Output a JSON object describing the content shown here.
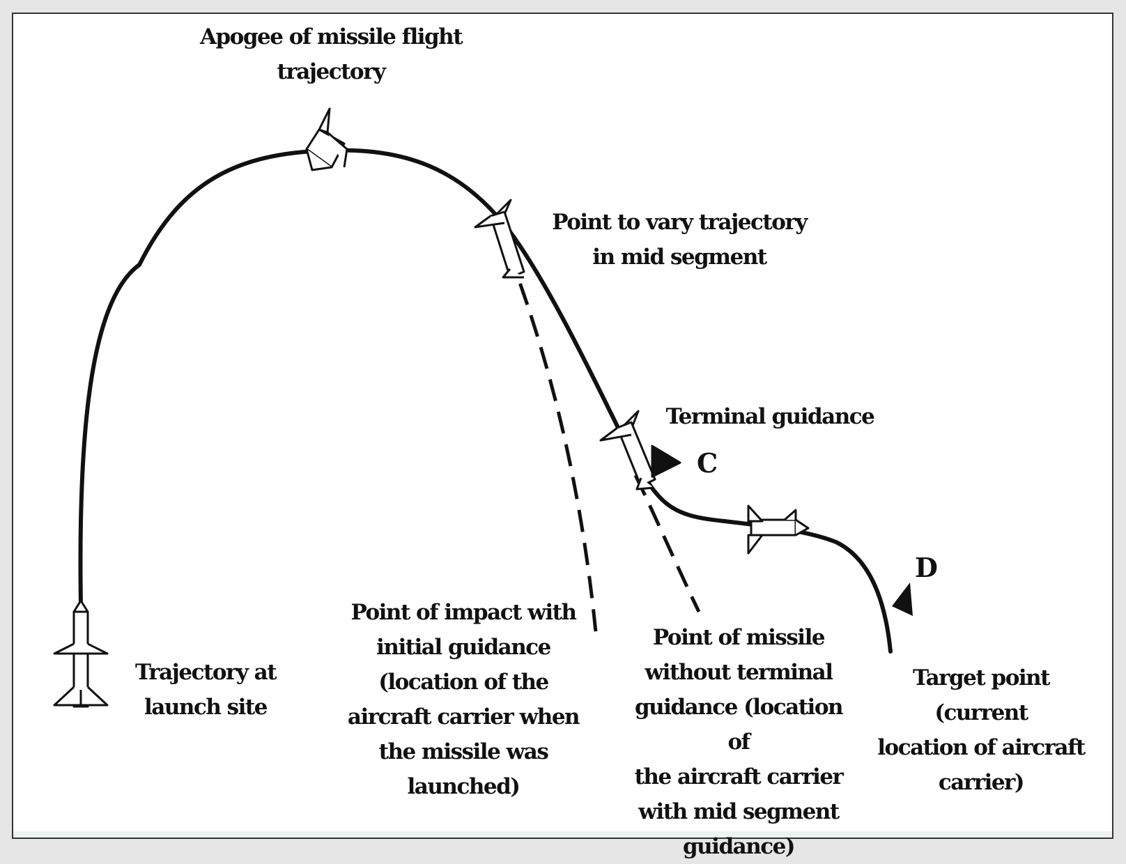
{
  "labels": {
    "apogee": "Apogee of missile flight\ntrajectory",
    "vary_point": "Point to vary trajectory\nin mid segment",
    "terminal_guidance": "Terminal guidance",
    "mark_c": "C",
    "mark_d": "D",
    "launch_site": "Trajectory at\nlaunch site",
    "impact_initial": "Point of impact with\ninitial guidance\n(location of the\naircraft carrier when\nthe missile was\nlaunched)",
    "no_terminal": "Point of missile\nwithout terminal\nguidance (location of\nthe aircraft carrier\nwith mid segment\nguidance)",
    "target_point": "Target point (current\nlocation of aircraft\ncarrier)"
  },
  "colors": {
    "ink": "#111111",
    "page": "#ffffff",
    "background": "#e6e6e6"
  }
}
